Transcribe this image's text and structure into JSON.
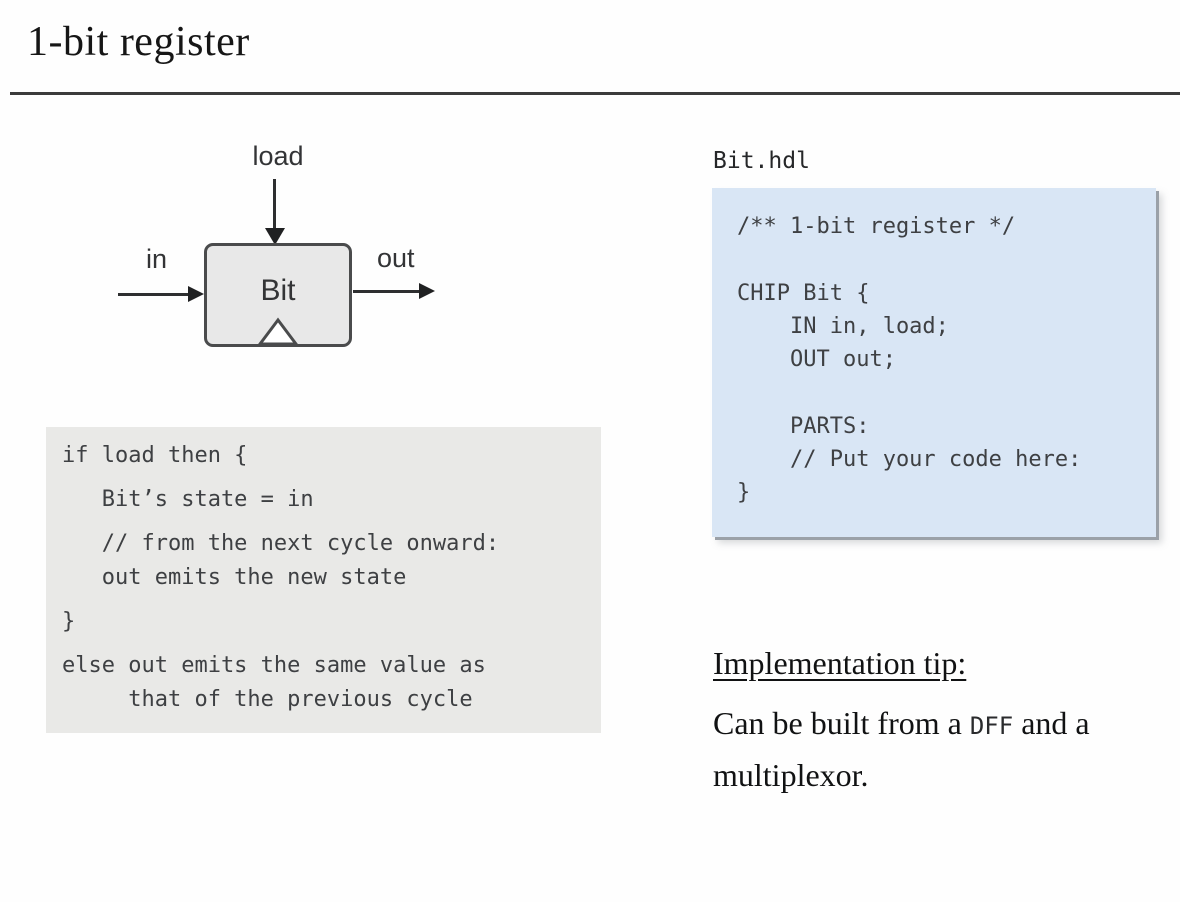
{
  "slide": {
    "title": "1-bit register"
  },
  "diagram": {
    "load_label": "load",
    "in_label": "in",
    "out_label": "out",
    "chip_label": "Bit"
  },
  "pseudocode": {
    "lines": [
      "if load then {",
      "   Bit’s state = in",
      "   // from the next cycle onward:\n   out emits the new state",
      "}",
      "else out emits the same value as\n     that of the previous cycle"
    ]
  },
  "hdl": {
    "filename": "Bit.hdl",
    "code": "/** 1-bit register */\n\nCHIP Bit {\n    IN in, load;\n    OUT out;\n\n    PARTS:\n    // Put your code here:\n}"
  },
  "tip": {
    "heading": "Implementation tip:",
    "body_pre": "Can be built from a ",
    "body_code": "DFF",
    "body_post": " and a multiplexor."
  },
  "colors": {
    "pseudocode_bg": "#e9e9e7",
    "hdl_bg": "#d9e6f5",
    "chip_fill": "#e8e8e8",
    "ink": "#3e4043",
    "title_ink": "#161616"
  }
}
